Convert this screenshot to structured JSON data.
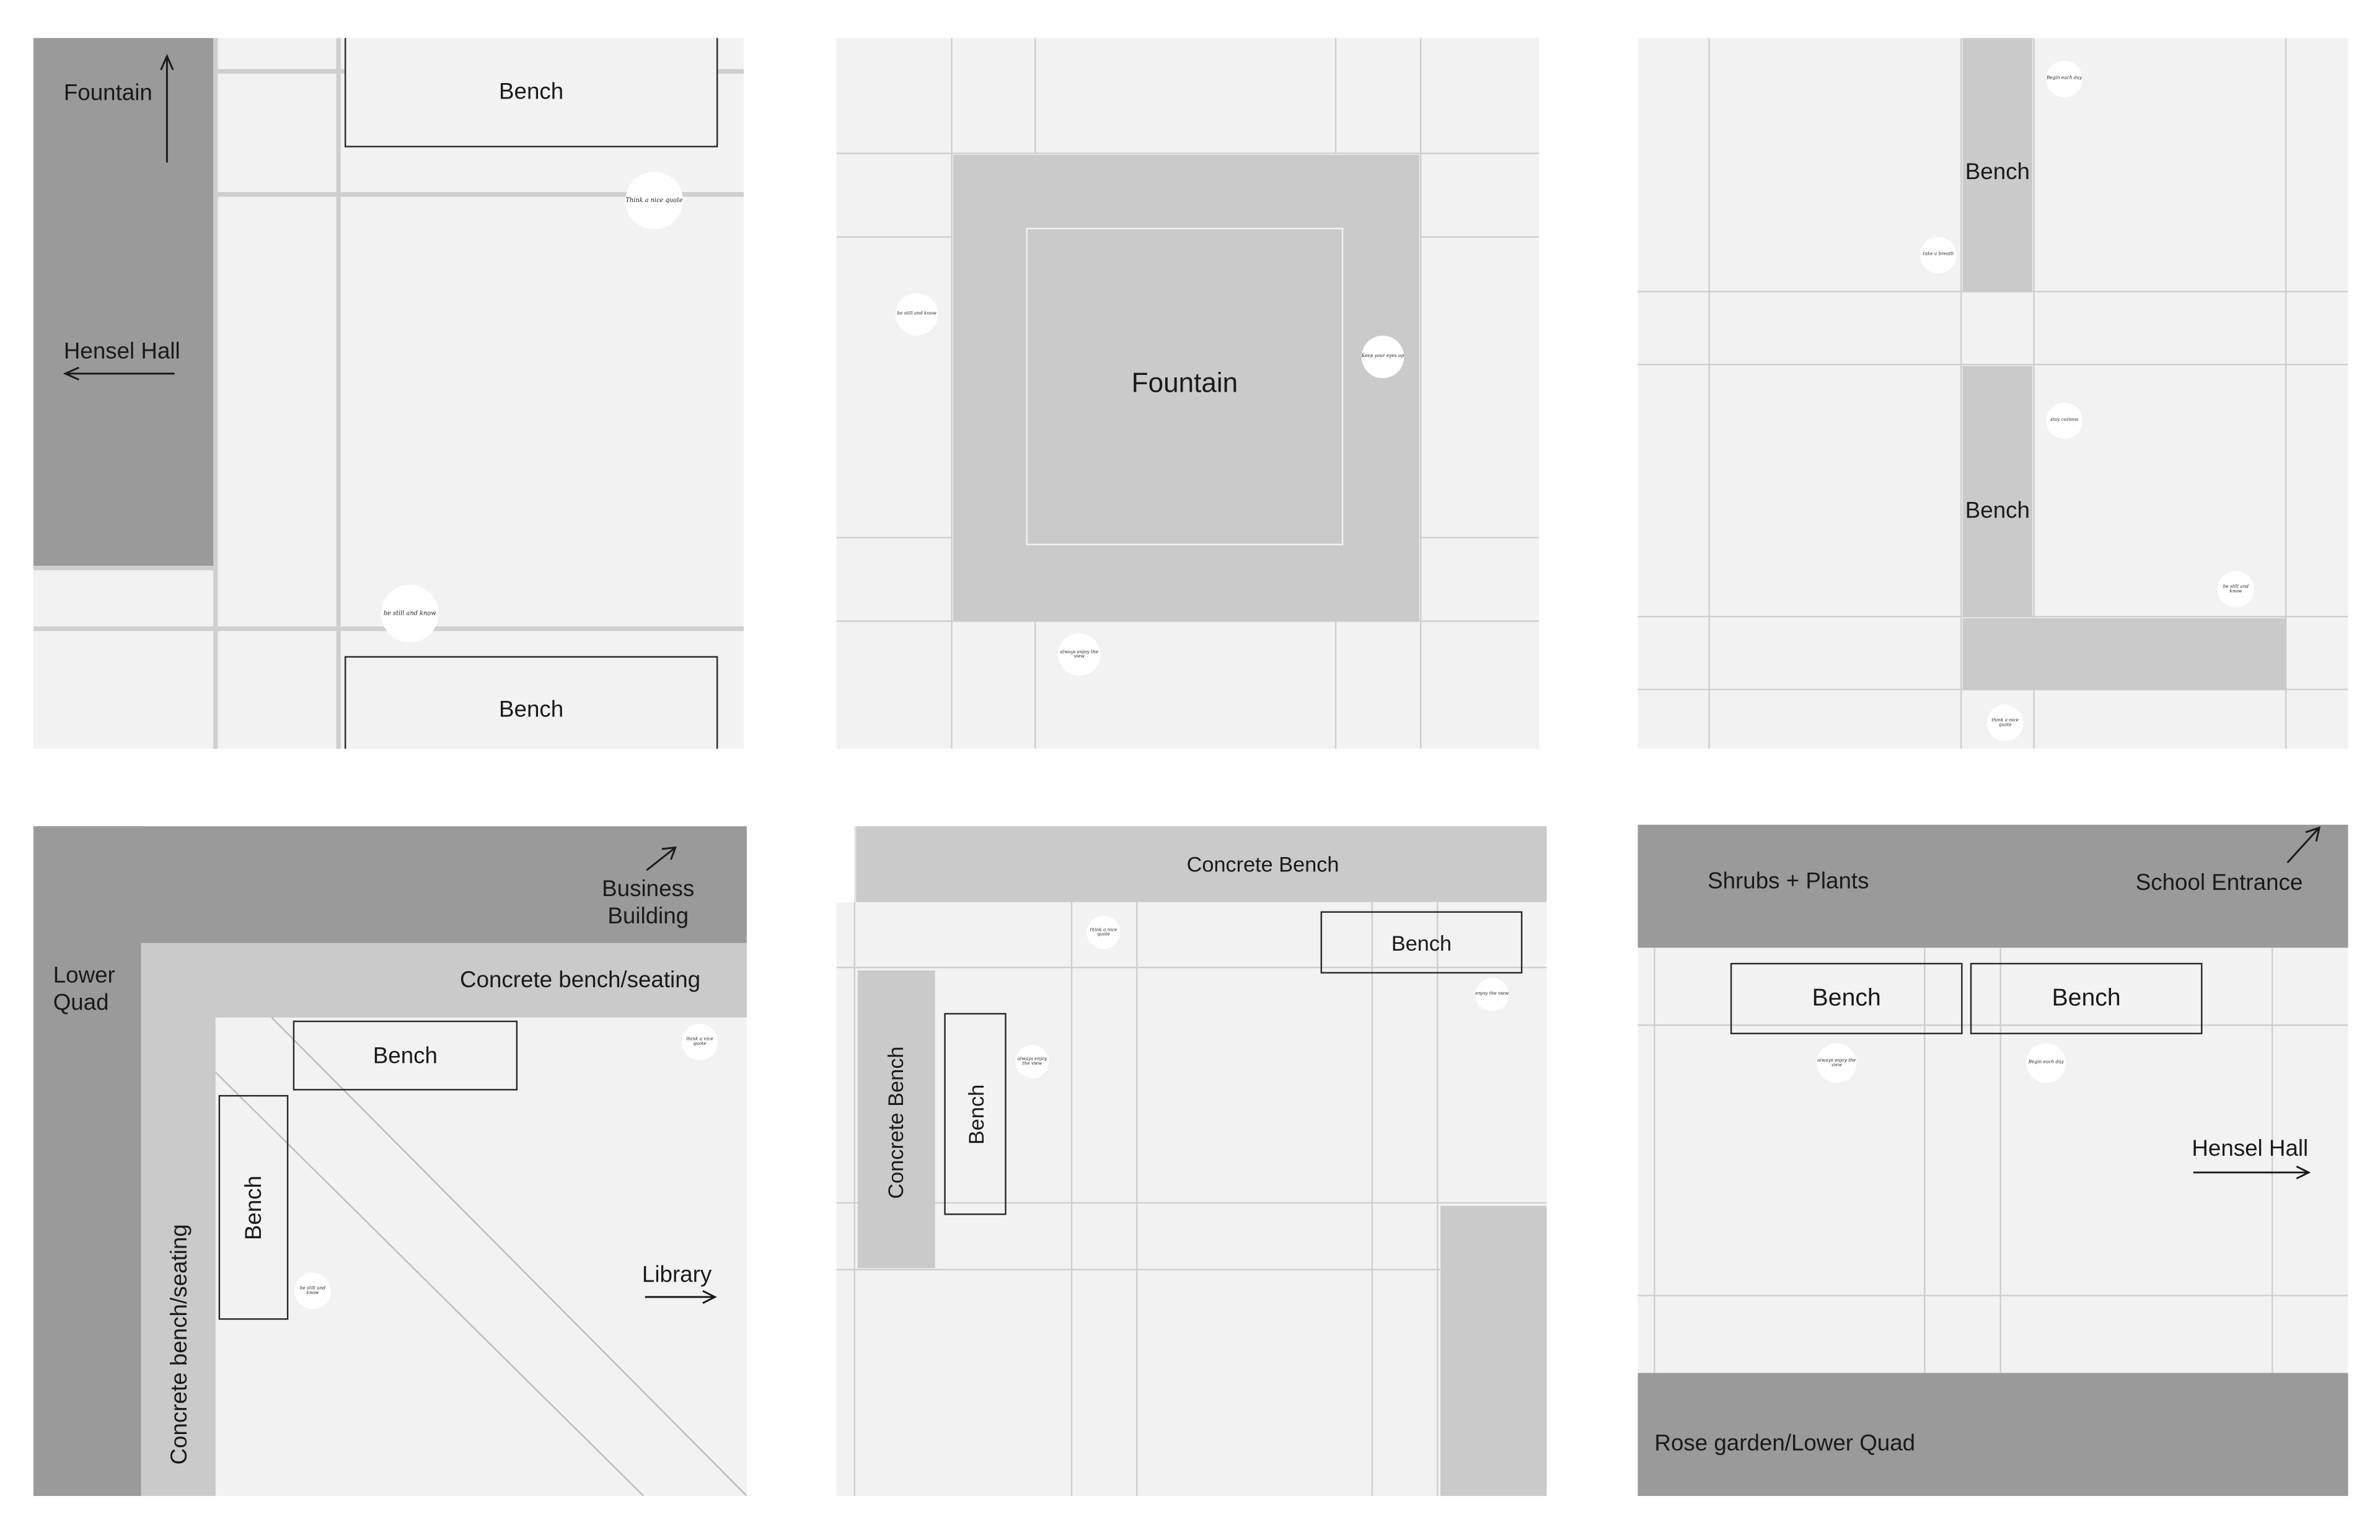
{
  "panel1": {
    "fountain": "Fountain",
    "hensel_hall": "Hensel Hall",
    "bench_top": "Bench",
    "bench_bottom": "Bench",
    "quote_top": "Think a nice quote",
    "quote_bottom": "be still and know"
  },
  "panel2": {
    "fountain": "Fountain",
    "quote_left": "be still and know",
    "quote_right": "Keep your eyes up",
    "quote_bottom": "always enjoy the view"
  },
  "panel3": {
    "bench_top": "Bench",
    "bench_mid": "Bench",
    "quote_1": "Begin each day",
    "quote_2": "take a breath",
    "quote_3": "stay curious",
    "quote_4": "be still and know",
    "quote_5": "think a nice quote"
  },
  "panel4": {
    "business_building": "Business\nBuilding",
    "lower_quad": "Lower\nQuad",
    "concrete_top": "Concrete bench/seating",
    "concrete_side": "Concrete bench/seating",
    "bench_h": "Bench",
    "bench_v": "Bench",
    "library": "Library",
    "quote_1": "think a nice quote",
    "quote_2": "be still and know"
  },
  "panel5": {
    "concrete_bench_top": "Concrete Bench",
    "concrete_bench_side": "Concrete Bench",
    "bench_h": "Bench",
    "bench_v": "Bench",
    "quote_1": "think a nice quote",
    "quote_2": "enjoy the view",
    "quote_3": "always enjoy the view"
  },
  "panel6": {
    "shrubs": "Shrubs + Plants",
    "school_entrance": "School Entrance",
    "bench_left": "Bench",
    "bench_right": "Bench",
    "hensel_hall": "Hensel Hall",
    "rose_garden": "Rose garden/Lower Quad",
    "quote_1": "always enjoy the view",
    "quote_2": "Begin each day"
  },
  "colors": {
    "background": "#ffffff",
    "paving": "#f2f2f2",
    "building": "#9a9a9a",
    "concrete": "#cacaca",
    "grid": "#cfcfcf",
    "ink": "#1a1a1a"
  }
}
